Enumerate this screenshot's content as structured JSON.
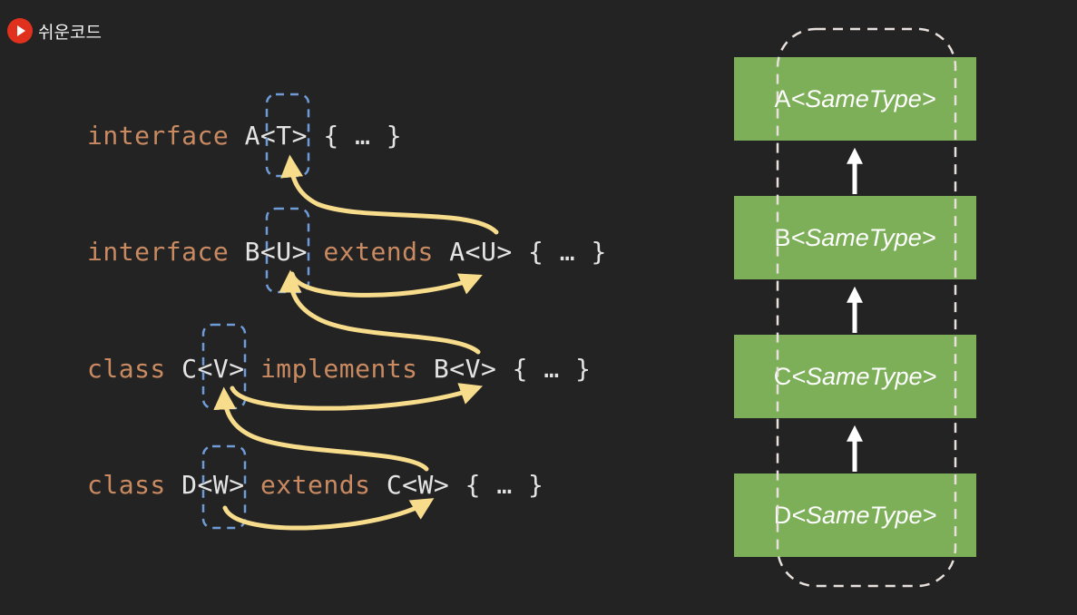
{
  "channel": {
    "name": "쉬운코드"
  },
  "code": {
    "line1": {
      "k1": "interface",
      "t1": " A<T> { … }"
    },
    "line2": {
      "k1": "interface",
      "t1": " B<U> ",
      "k2": "extends",
      "t2": " A<U> { … }"
    },
    "line3": {
      "k1": "class",
      "t1": " C<V> ",
      "k2": "implements",
      "t2": " B<V> { … }"
    },
    "line4": {
      "k1": "class",
      "t1": " D<W> ",
      "k2": "extends",
      "t2": " C<W> { … }"
    }
  },
  "hierarchy": [
    {
      "name": "A",
      "param": "<SameType>"
    },
    {
      "name": "B",
      "param": "<SameType>"
    },
    {
      "name": "C",
      "param": "<SameType>"
    },
    {
      "name": "D",
      "param": "<SameType>"
    }
  ],
  "colors": {
    "background": "#232323",
    "keyword": "#c98a62",
    "box": "#7daf59",
    "arrow_yellow": "#f7dc8c",
    "dash_blue": "#6f9bd8",
    "dash_white": "#e8e0dc"
  }
}
